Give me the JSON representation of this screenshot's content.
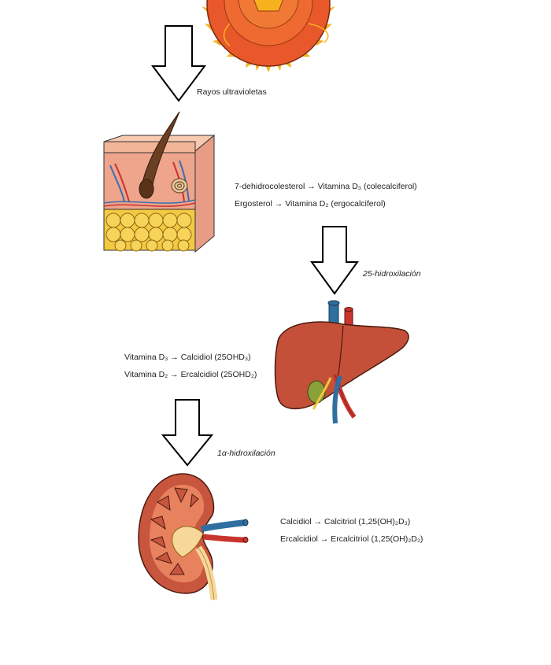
{
  "diagram": {
    "uv_label": "Rayos ultravioletas",
    "skin": {
      "line1": "7-dehidrocolesterol → Vitamina D₃ (colecalciferol)",
      "line2": "Ergosterol → Vitamina D₂ (ergocalciferol)"
    },
    "step_liver": "25-hidroxilación",
    "liver": {
      "line1": "Vitamina D₃ → Calcidiol (25OHD₃)",
      "line2": "Vitamina D₂ → Ercalcidiol (25OHD₂)"
    },
    "step_kidney": "1α-hidroxilación",
    "kidney": {
      "line1": "Calcidiol → Calcitriol (1,25(OH)₂D₃)",
      "line2": "Ercalcidiol → Ercalcitriol (1,25(OH)₂D₂)"
    }
  },
  "icons": [
    "sun-icon",
    "skin-icon",
    "liver-icon",
    "kidney-icon",
    "arrow-down-icon"
  ],
  "colors": {
    "sun_orange": "#e8582a",
    "sun_yellow": "#f6b21e",
    "skin_pink": "#f2b6a0",
    "fat_yellow": "#f5c842",
    "liver_red": "#c4503a",
    "vein_blue": "#2e6fa0",
    "artery_red": "#c9342d",
    "kidney_red": "#c8553d",
    "arrow_stroke": "#000000"
  }
}
